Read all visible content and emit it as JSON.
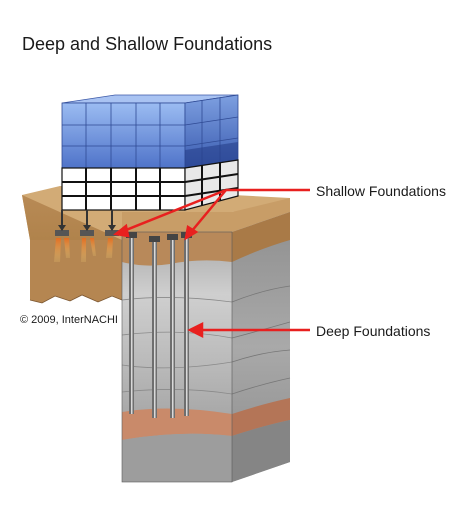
{
  "diagram": {
    "title": "Deep and Shallow Foundations",
    "copyright": "© 2009, InterNACHI",
    "labels": {
      "shallow": "Shallow Foundations",
      "deep": "Deep Foundations"
    },
    "colors": {
      "pointer": "#e8201f",
      "soil_top": "#c9a26e",
      "soil_side": "#9c7140",
      "rock_gray": "#b7b7b7",
      "clay_band": "#c98a6a",
      "glass": "#7fa6e6"
    }
  }
}
